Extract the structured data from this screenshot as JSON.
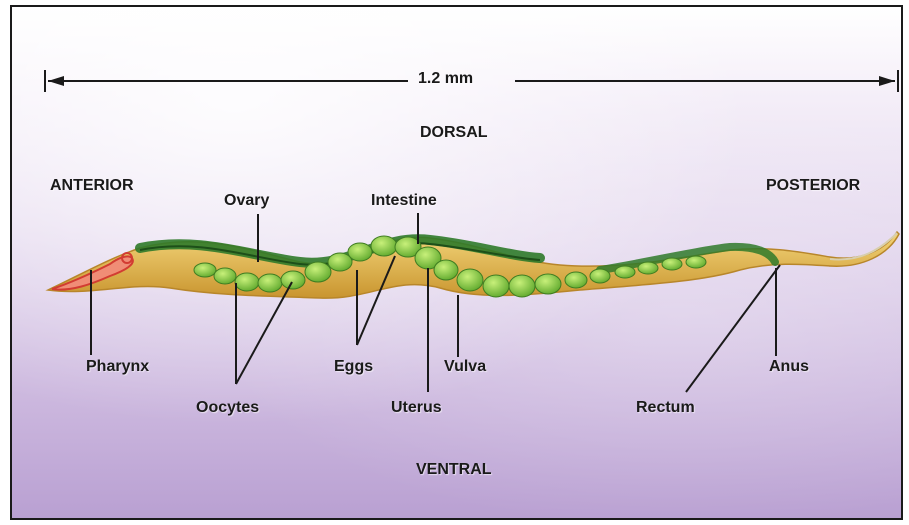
{
  "scale": {
    "label": "1.2 mm"
  },
  "orientation": {
    "dorsal": "DORSAL",
    "ventral": "VENTRAL",
    "anterior": "ANTERIOR",
    "posterior": "POSTERIOR"
  },
  "parts": {
    "ovary": "Ovary",
    "intestine": "Intestine",
    "pharynx": "Pharynx",
    "oocytes": "Oocytes",
    "eggs": "Eggs",
    "vulva": "Vulva",
    "uterus": "Uterus",
    "rectum": "Rectum",
    "anus": "Anus"
  },
  "colors": {
    "body_outer": "#e8c25a",
    "body_inner": "#d9a53c",
    "intestine": "#2f7a2a",
    "cells": "#8fd04a",
    "pharynx": "#e8554a"
  }
}
